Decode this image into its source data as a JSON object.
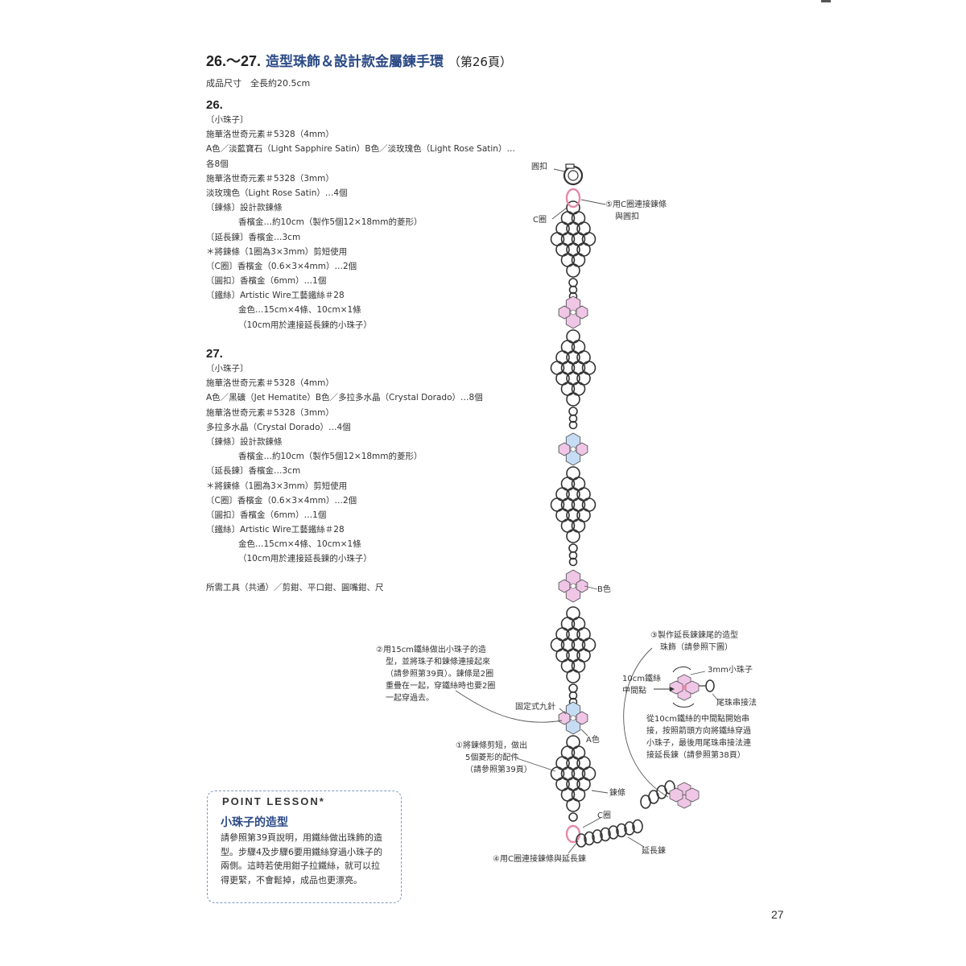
{
  "header": {
    "number": "26.～27.",
    "title": "造型珠飾＆設計款金屬鍊手環",
    "page_ref": "（第26頁）"
  },
  "size_line": "成品尺寸　全長約20.5cm",
  "section26": {
    "num": "26.",
    "lines": [
      "〔小珠子〕",
      "施華洛世奇元素＃5328（4mm）",
      "A色／淡藍寶石（Light Sapphire Satin）B色／淡玫瑰色（Light Rose Satin）…",
      "各8個",
      "施華洛世奇元素＃5328（3mm）",
      "淡玫瑰色（Light Rose Satin）…4個",
      "〔鍊條〕設計款鍊條",
      "香檳金…約10cm（製作5個12×18mm的菱形）",
      "〔延長鍊〕香檳金…3cm",
      "＊將鍊條（1圈為3×3mm）剪短使用",
      "〔C圈〕香檳金（0.6×3×4mm）…2個",
      "〔圓扣〕香檳金（6mm）…1個",
      "〔鐵絲〕Artistic Wire工藝鐵絲＃28",
      "金色…15cm×4條、10cm×1條",
      "（10cm用於連接延長鍊的小珠子）"
    ]
  },
  "section27": {
    "num": "27.",
    "lines": [
      "〔小珠子〕",
      "施華洛世奇元素＃5328（4mm）",
      "A色／黑礦（Jet Hematite）B色／多拉多水晶（Crystal Dorado）…8個",
      "施華洛世奇元素＃5328（3mm）",
      "多拉多水晶（Crystal Dorado）…4個",
      "〔鍊條〕設計款鍊條",
      "香檳金…約10cm（製作5個12×18mm的菱形）",
      "〔延長鍊〕香檳金…3cm",
      "＊將鍊條（1圈為3×3mm）剪短使用",
      "〔C圈〕香檳金（0.6×3×4mm）…2個",
      "〔圓扣〕香檳金（6mm）…1個",
      "〔鐵絲〕Artistic Wire工藝鐵絲＃28",
      "金色…15cm×4條、10cm×1條",
      "（10cm用於連接延長鍊的小珠子）"
    ]
  },
  "tools": "所需工具（共通）／剪鉗、平口鉗、圓嘴鉗、尺",
  "diagram": {
    "clasp": "圓扣",
    "c_ring_top": "C圈",
    "step5": [
      "⑤用C圈連接鍊條",
      "與圓扣"
    ],
    "color_b": "B色",
    "color_a": "A色",
    "eye_pin": "固定式九針",
    "step2": [
      "②用15cm鐵絲做出小珠子的造",
      "型，並將珠子和鍊條連接起來",
      "（請參照第39頁）。鍊條是2圈",
      "重疊在一起，穿鐵絲時也要2圈",
      "一起穿過去。"
    ],
    "step1": [
      "①將鍊條剪短，做出",
      "5個菱形的配件",
      "（請參照第39頁）"
    ],
    "chain": "鍊條",
    "c_ring_bottom": "C圈",
    "extension": "延長鍊",
    "step4": "④用C圈連接鍊條與延長鍊",
    "step3": [
      "③製作延長鍊鍊尾的造型",
      "珠飾（請參照下圖）"
    ],
    "wire_mid": [
      "10cm鐵絲",
      "中間點"
    ],
    "bead3mm": "3mm小珠子",
    "tail_method": "尾珠串接法",
    "step3_note": [
      "從10cm鐵絲的中間點開始串",
      "接，按照箭頭方向將鐵絲穿過",
      "小珠子，最後用尾珠串接法連",
      "接延長鍊（請參照第38頁）"
    ],
    "colors": {
      "pink": "#f0c6e6",
      "blue": "#c6dcf4",
      "chain": "#333333",
      "accent": "#2c4a86"
    }
  },
  "lesson": {
    "head": "POINT LESSON*",
    "title": "小珠子的造型",
    "lines": [
      "請參照第39頁說明，用鐵絲做出珠飾的造",
      "型。步驟4及步驟6要用鐵絲穿過小珠子的",
      "兩側。這時若使用鉗子拉鐵絲，就可以拉",
      "得更緊，不會鬆掉，成品也更漂亮。"
    ]
  },
  "page_number": "27"
}
